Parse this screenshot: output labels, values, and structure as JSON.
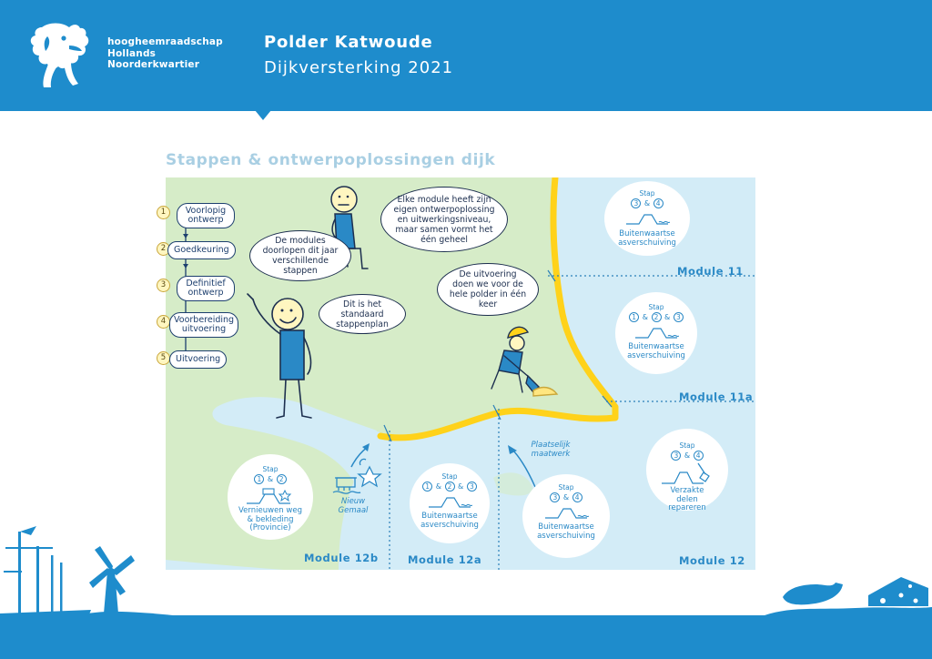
{
  "header": {
    "org_lines": [
      "hoogheemraadschap",
      "Hollands",
      "Noorderkwartier"
    ],
    "title": "Polder Katwoude",
    "subtitle": "Dijkversterking 2021"
  },
  "section_title": "Stappen & ontwerpoplossingen dijk",
  "steps": [
    {
      "num": "1",
      "label": "Voorlopig ontwerp"
    },
    {
      "num": "2",
      "label": "Goedkeuring"
    },
    {
      "num": "3",
      "label": "Definitief ontwerp"
    },
    {
      "num": "4",
      "label": "Voorbereiding uitvoering"
    },
    {
      "num": "5",
      "label": "Uitvoering"
    }
  ],
  "bubbles": {
    "modules": "De modules doorlopen dit jaar verschillende stappen",
    "standard": "Dit is het standaard stappenplan",
    "each_module": "Elke module heeft zijn eigen ontwerpoplossing en uitwerkingsniveau, maar samen vormt het één geheel",
    "execution": "De uitvoering doen we voor de hele polder in één keer"
  },
  "modules": {
    "m11": "Module 11",
    "m11a": "Module 11a",
    "m12": "Module 12",
    "m12a": "Module 12a",
    "m12b": "Module 12b"
  },
  "circles": {
    "stap_label": "Stap",
    "amp": "&",
    "c11": {
      "nums": [
        "3",
        "4"
      ],
      "caption": "Buitenwaartse asverschuiving"
    },
    "c11a": {
      "nums": [
        "1",
        "2",
        "3"
      ],
      "caption": "Buitenwaartse asverschuiving"
    },
    "c12": {
      "nums": [
        "3",
        "4"
      ],
      "caption": "Verzakte delen repareren"
    },
    "c12a_left": {
      "nums": [
        "1",
        "2",
        "3"
      ],
      "caption": "Buitenwaartse asverschuiving"
    },
    "c12a_right": {
      "nums": [
        "3",
        "4"
      ],
      "caption": "Buitenwaartse asverschuiving"
    },
    "c12b": {
      "nums": [
        "1",
        "2"
      ],
      "caption": "Vernieuwen weg & bekleding (Provincie)"
    }
  },
  "notes": {
    "maatwerk": "Plaatselijk maatwerk",
    "gemaal": "Nieuw Gemaal"
  },
  "colors": {
    "brand_blue": "#1e8ccc",
    "land_green": "#d6ecc8",
    "water_blue": "#d3ecf7",
    "dike_yellow": "#ffd21a",
    "label_blue": "#2a89c6",
    "heading": "#a9cfe3"
  },
  "icons": [
    "lion-logo-icon",
    "windmill-icon",
    "clog-icon",
    "cheese-icon",
    "boat-mast-icon",
    "shovel-icon",
    "pumping-station-icon",
    "dike-profile-icon"
  ]
}
